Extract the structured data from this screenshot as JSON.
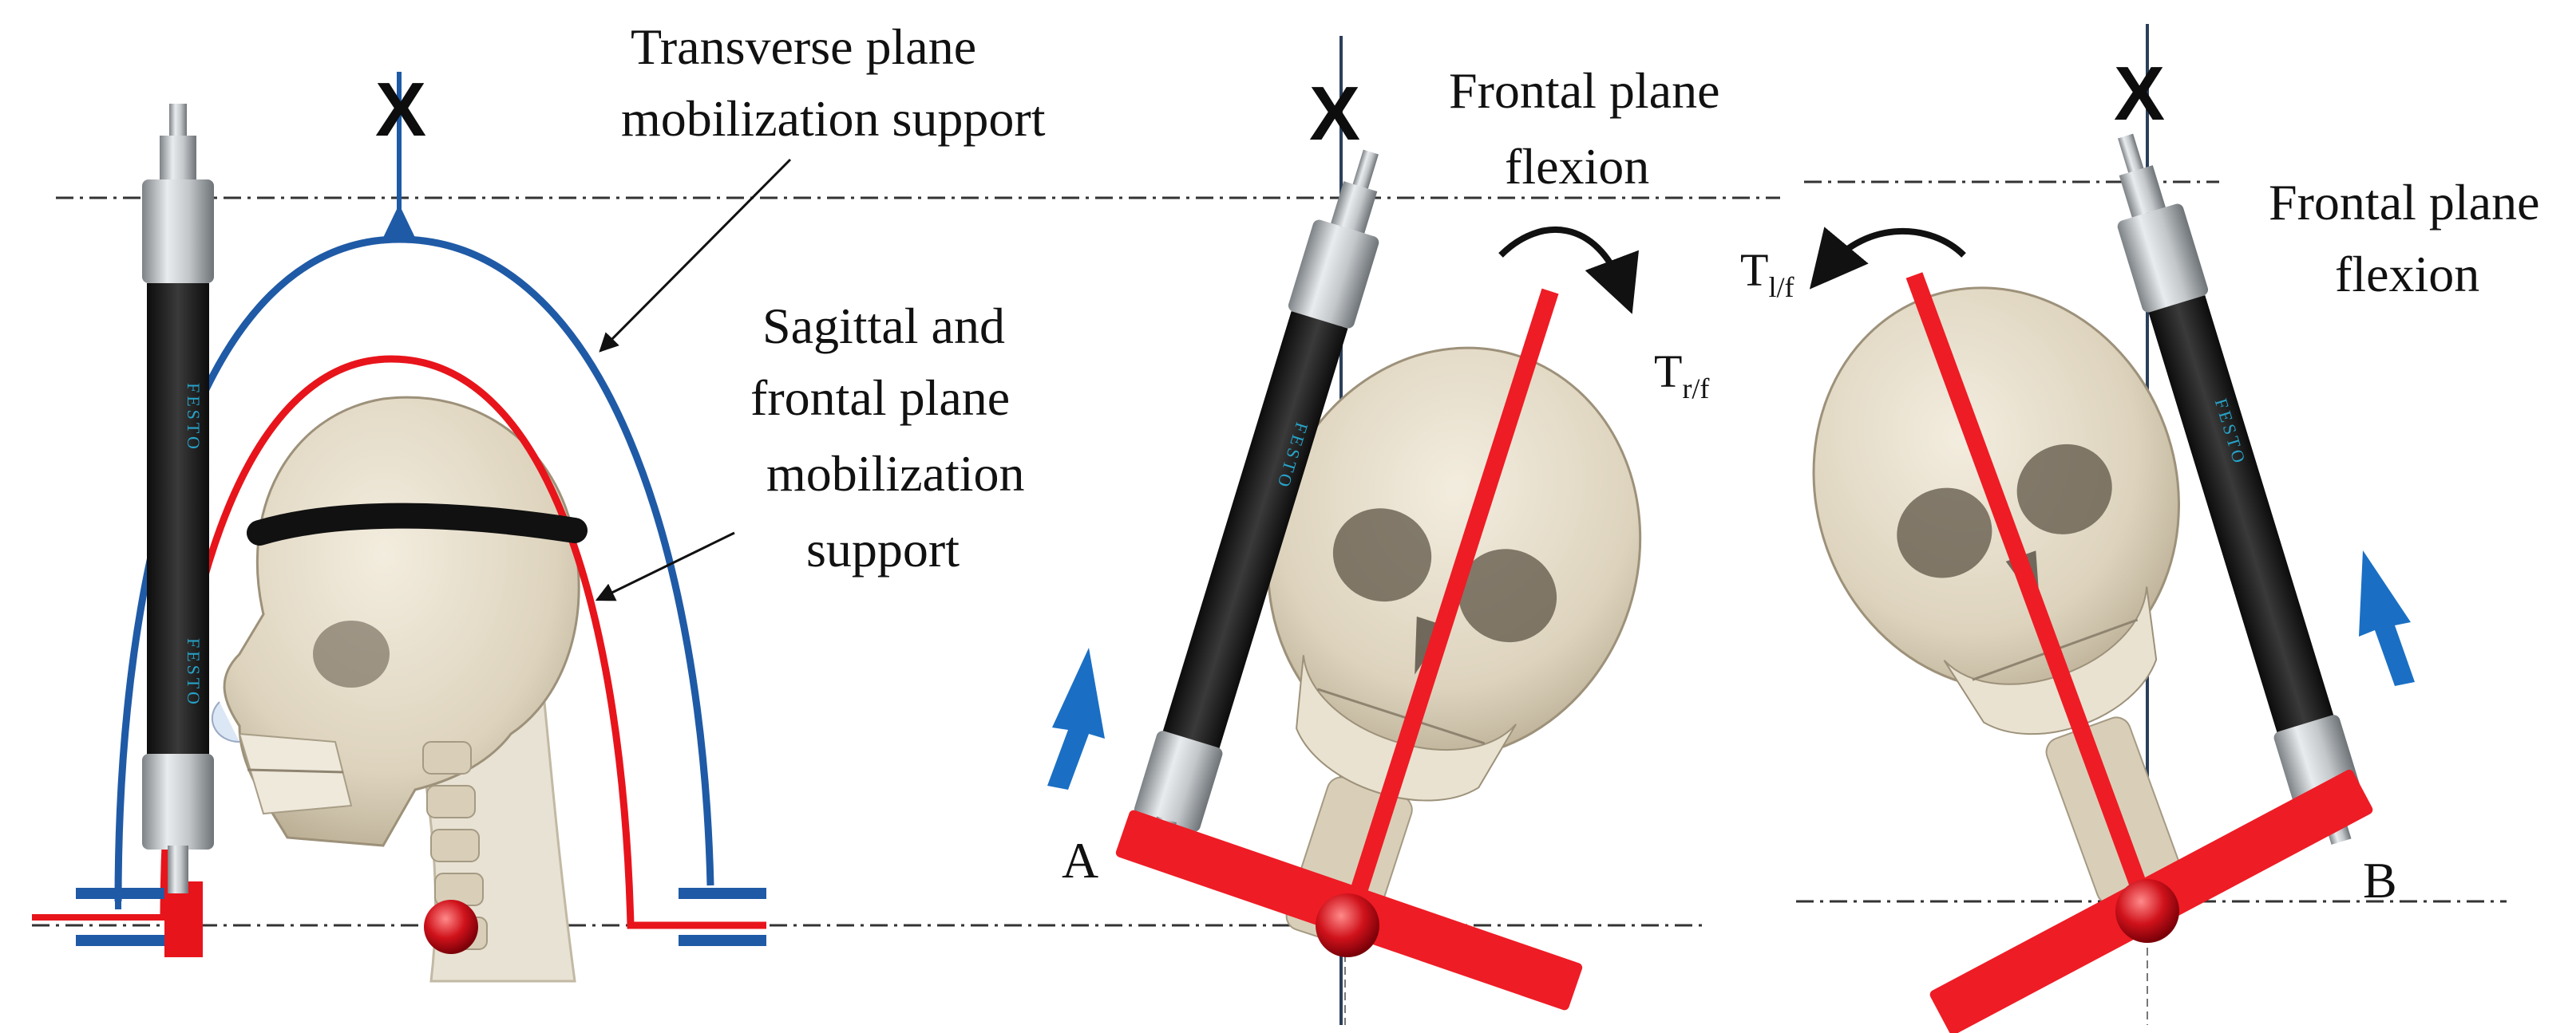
{
  "labels": {
    "transverse_line1": "Transverse  plane",
    "transverse_line2": "mobilization support",
    "sagittal_line1": "Sagittal and",
    "sagittal_line2": "frontal plane",
    "sagittal_line3": "mobilization",
    "sagittal_line4": "support",
    "frontal_mid_line1": "Frontal plane",
    "frontal_mid_line2": "flexion",
    "frontal_right_line1": "Frontal plane",
    "frontal_right_line2": "flexion",
    "torque_right_base": "T",
    "torque_right_sub": "r/f",
    "torque_left_base": "T",
    "torque_left_sub": "l/f",
    "panel_a": "A",
    "panel_b": "B",
    "mark_1": "X",
    "mark_2": "X",
    "mark_3": "X"
  },
  "actuator_text": "FESTO",
  "colors": {
    "transverse_support": "#1f5aa6",
    "sagittal_support": "#e8141b",
    "platform": "#ee1c25",
    "arrow": "#1a6fc4",
    "axis": "#2a3f5a",
    "skull": "#e4dccb",
    "actuator_body": "#1b1b1b",
    "actuator_metal": "#b9bcbf"
  }
}
